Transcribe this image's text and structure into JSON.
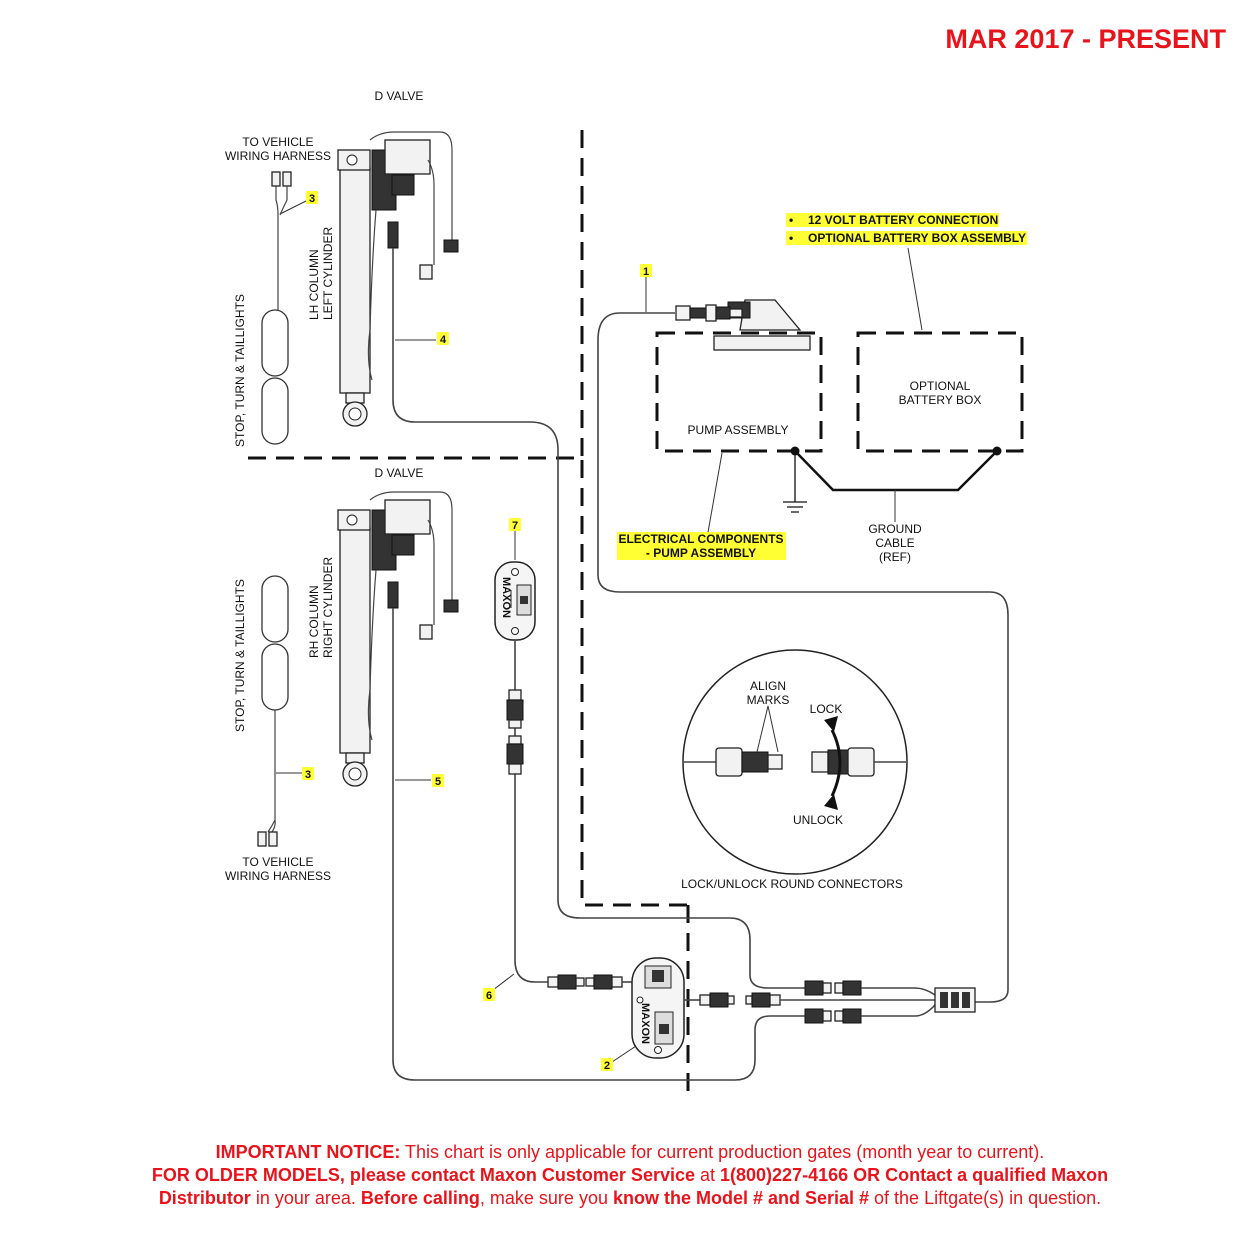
{
  "header": {
    "date_range": "MAR 2017 - PRESENT"
  },
  "labels": {
    "d_valve_top": "D VALVE",
    "d_valve_bottom": "D VALVE",
    "to_vehicle_top_1": "TO VEHICLE",
    "to_vehicle_top_2": "WIRING HARNESS",
    "to_vehicle_bottom_1": "TO VEHICLE",
    "to_vehicle_bottom_2": "WIRING HARNESS",
    "lights_top": "STOP, TURN & TAILLIGHTS",
    "lights_bottom": "STOP, TURN & TAILLIGHTS",
    "lh_column_1": "LH COLUMN",
    "lh_column_2": "LEFT CYLINDER",
    "rh_column_1": "RH COLUMN",
    "rh_column_2": "RIGHT CYLINDER",
    "battery_note_1": "12 VOLT BATTERY CONNECTION",
    "battery_note_2": "OPTIONAL BATTERY BOX ASSEMBLY",
    "optional_box_1": "OPTIONAL",
    "optional_box_2": "BATTERY BOX",
    "pump_assembly": "PUMP ASSEMBLY",
    "electrical_1": "ELECTRICAL COMPONENTS",
    "electrical_2": "- PUMP ASSEMBLY",
    "ground_1": "GROUND",
    "ground_2": "CABLE",
    "ground_3": "(REF)",
    "align_1": "ALIGN",
    "align_2": "MARKS",
    "lock": "LOCK",
    "unlock": "UNLOCK",
    "connectors_caption": "LOCK/UNLOCK ROUND CONNECTORS",
    "bullet": "•",
    "maxon_logo": "MAXON"
  },
  "callouts": {
    "c1": "1",
    "c2": "2",
    "c3a": "3",
    "c3b": "3",
    "c4": "4",
    "c5": "5",
    "c6": "6",
    "c7": "7"
  },
  "notice": {
    "p1_bold": "IMPORTANT NOTICE:",
    "p1_text": " This chart is only applicable for current production gates (month year to current).",
    "p2_bold": "FOR OLDER MODELS, please contact Maxon Customer Service",
    "p2_at": " at ",
    "p2_phone": "1(800)227-4166 OR Contact a qualified Maxon",
    "p3_bold": "Distributor",
    "p3_text1": " in your area. ",
    "p3_bold2": "Before calling",
    "p3_text2": ", make sure you ",
    "p3_bold3": "know the Model # and Serial #",
    "p3_text3": " of the Liftgate(s) in question."
  },
  "colors": {
    "notice_red": "#e8141b",
    "highlight_yellow": "#ffff33"
  }
}
